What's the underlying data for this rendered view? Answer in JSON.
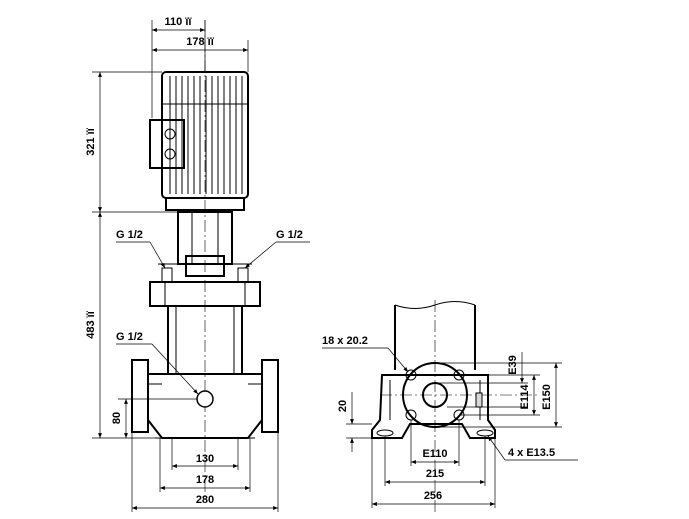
{
  "dimensions": {
    "motor_offset": "110 ïï",
    "motor_width": "178 ïï",
    "motor_height": "321 ïï",
    "pump_height": "483 ïï",
    "port_height": "80",
    "base_130": "130",
    "base_178": "178",
    "base_280": "280",
    "slot": "18 x 20.2",
    "e39": "E39",
    "e114": "E114",
    "e150": "E150",
    "foot_20": "20",
    "e110": "E110",
    "d215": "215",
    "d256": "256",
    "holes": "4 x E13.5"
  },
  "ports": {
    "vent_left": "G 1/2",
    "vent_right": "G 1/2",
    "drain": "G 1/2"
  }
}
